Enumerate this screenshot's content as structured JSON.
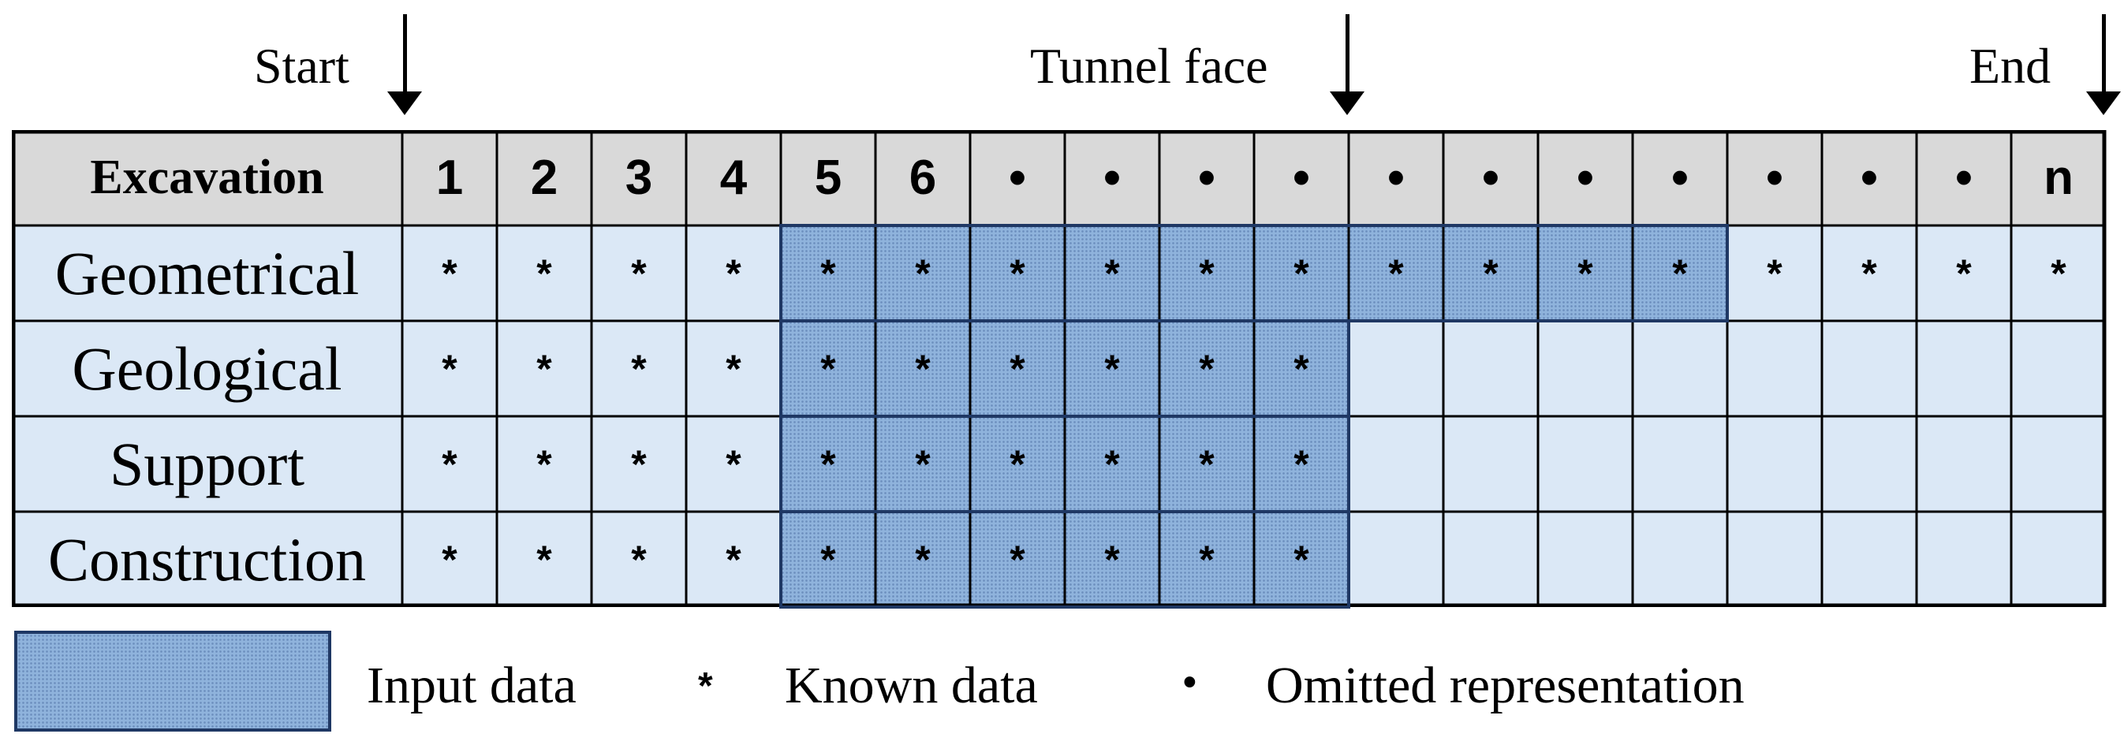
{
  "markers": {
    "start": "Start",
    "tunnel_face": "Tunnel face",
    "end": "End"
  },
  "table": {
    "header_label": "Excavation",
    "columns": [
      "1",
      "2",
      "3",
      "4",
      "5",
      "6",
      "•",
      "•",
      "•",
      "•",
      "•",
      "•",
      "•",
      "•",
      "•",
      "•",
      "•",
      "n"
    ],
    "rows": [
      {
        "label": "Geometrical",
        "cells": [
          "*",
          "*",
          "*",
          "*",
          "*",
          "*",
          "*",
          "*",
          "*",
          "*",
          "*",
          "*",
          "*",
          "*",
          "*",
          "*",
          "*",
          "*"
        ]
      },
      {
        "label": "Geological",
        "cells": [
          "*",
          "*",
          "*",
          "*",
          "*",
          "*",
          "*",
          "*",
          "*",
          "*",
          "",
          "",
          "",
          "",
          "",
          "",
          "",
          ""
        ]
      },
      {
        "label": "Support",
        "cells": [
          "*",
          "*",
          "*",
          "*",
          "*",
          "*",
          "*",
          "*",
          "*",
          "*",
          "",
          "",
          "",
          "",
          "",
          "",
          "",
          ""
        ]
      },
      {
        "label": "Construction",
        "cells": [
          "*",
          "*",
          "*",
          "*",
          "*",
          "*",
          "*",
          "*",
          "*",
          "*",
          "",
          "",
          "",
          "",
          "",
          "",
          "",
          ""
        ]
      }
    ],
    "input_ranges": [
      {
        "row": 0,
        "from_col": 4,
        "to_col": 13
      },
      {
        "row": 1,
        "from_col": 4,
        "to_col": 9
      },
      {
        "row": 2,
        "from_col": 4,
        "to_col": 9
      },
      {
        "row": 3,
        "from_col": 4,
        "to_col": 9
      }
    ]
  },
  "legend": {
    "input_label": "Input  data",
    "known_symbol": "*",
    "known_label": "Known  data",
    "omitted_symbol": "•",
    "omitted_label": "Omitted representation"
  },
  "colors": {
    "header_bg": "#d9d9d9",
    "cell_bg": "#dbe8f6",
    "input_fill": "#8fb3dc",
    "input_border": "#1f3864"
  }
}
